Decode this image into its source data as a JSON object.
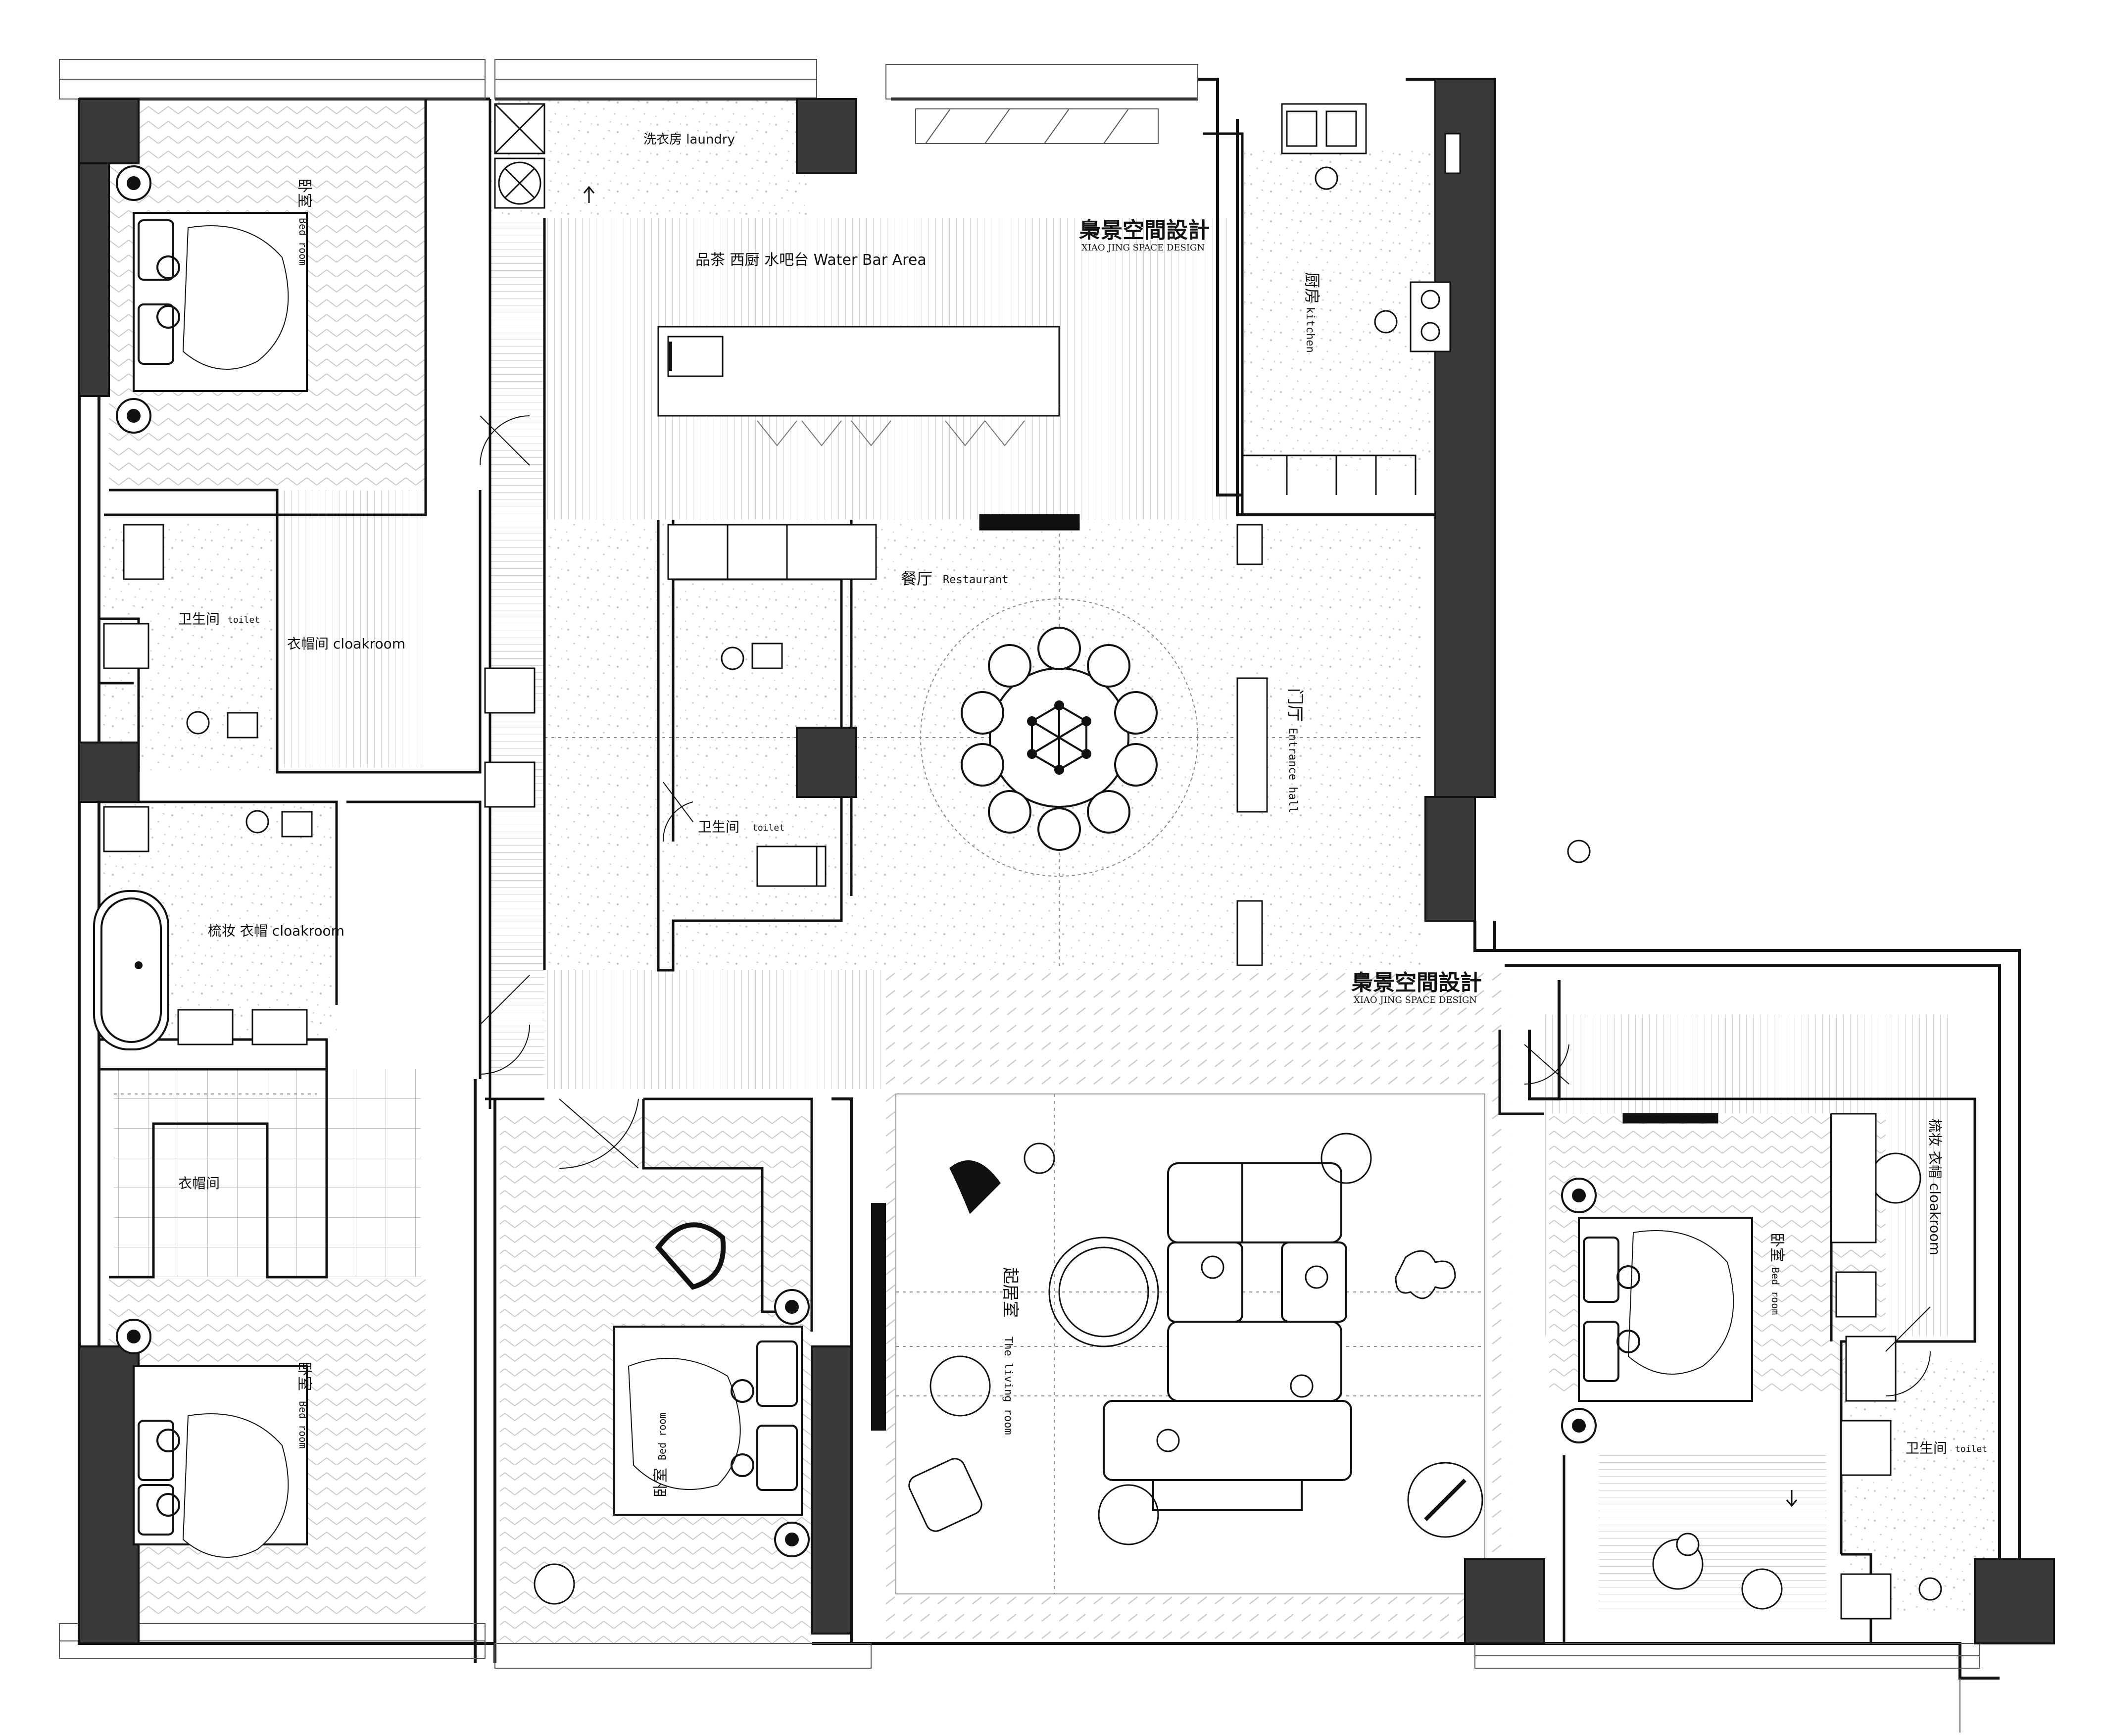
{
  "colors": {
    "wall": "#111111",
    "column": "#3a3a3a",
    "terrazzo": "#f4f4f4",
    "hatch": "#bdbdbd",
    "grid": "#9a9a9a",
    "background": "#ffffff"
  },
  "rooms": {
    "laundry": "洗衣房 laundry",
    "water_bar": "品茶 西厨 水吧台 Water Bar Area",
    "kitchen_cn": "厨房",
    "kitchen_en": "kitchen",
    "restaurant_cn": "餐厅",
    "restaurant_en": "Restaurant",
    "entrance_cn": "门厅",
    "entrance_en": "Entrance hall",
    "living_cn": "起居室",
    "living_en": "The living room",
    "bedroom_nw_cn": "卧室",
    "bedroom_nw_en": "Bed room",
    "toilet_w_cn": "卫生间",
    "toilet_w_en": "toilet",
    "cloakroom_w": "衣帽间  cloakroom",
    "dressing_w": "梳妆 衣帽 cloakroom",
    "cloak_sw": "衣帽间",
    "bedroom_sw_cn": "卧室",
    "bedroom_sw_en": "Bed room",
    "toilet_c_cn": "卫生间",
    "toilet_c_en": "toilet",
    "bedroom_c_cn": "卧室",
    "bedroom_c_en": "Bed room",
    "bedroom_e_cn": "卧室",
    "bedroom_e_en": "Bed room",
    "dressing_e": "梳妆 衣帽 cloakroom",
    "toilet_e_cn": "卫生间",
    "toilet_e_en": "toilet"
  },
  "logos": [
    {
      "cn": "梟景空間設計",
      "en": "XIAO JING SPACE DESIGN"
    },
    {
      "cn": "梟景空間設計",
      "en": "XIAO JING SPACE DESIGN"
    }
  ],
  "icons": [
    "column-icon",
    "bed-icon",
    "dining-table-icon",
    "sofa-icon",
    "bathtub-icon",
    "sink-icon",
    "toilet-icon",
    "door-swing-icon",
    "person-icon",
    "lamp-icon",
    "chair-icon",
    "stove-icon",
    "arrow-icon"
  ]
}
